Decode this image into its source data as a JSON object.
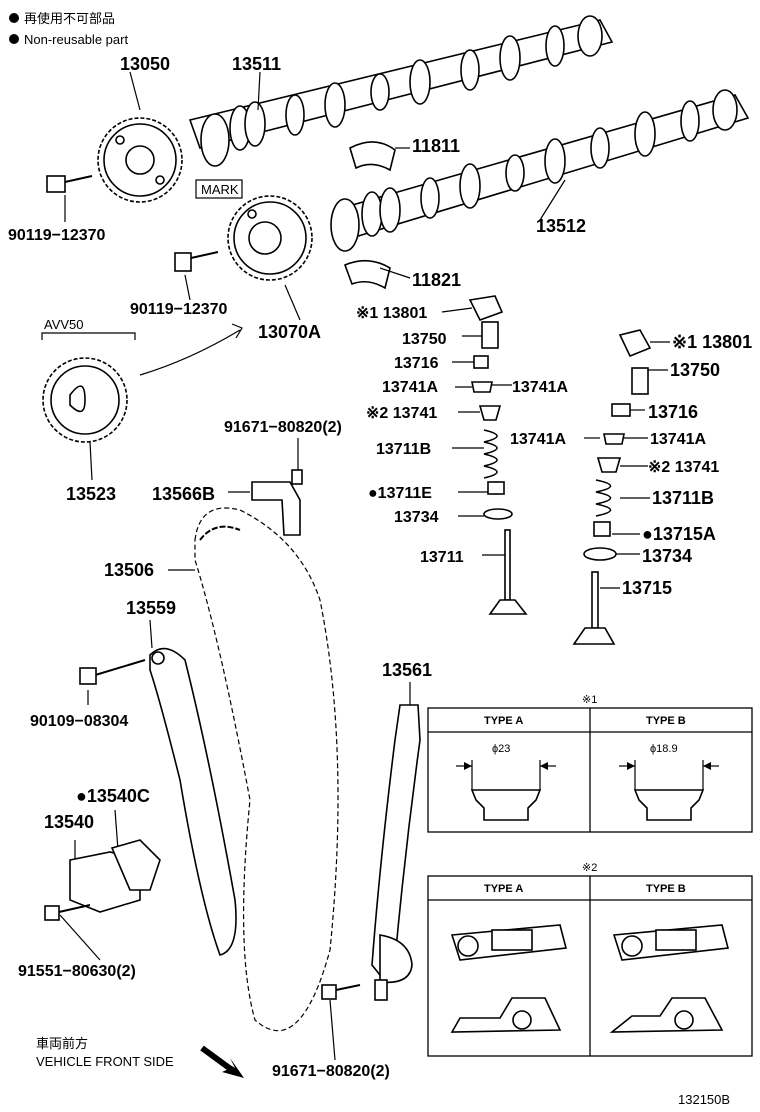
{
  "legend": {
    "jp": "再使用不可部品",
    "en": "Non-reusable part"
  },
  "parts": {
    "p13050": "13050",
    "p13511": "13511",
    "p11811": "11811",
    "p13512": "13512",
    "p90119a": "90119−12370",
    "p90119b": "90119−12370",
    "mark": "MARK",
    "p11821": "11821",
    "p13070A": "13070A",
    "avv50": "AVV50",
    "p13801a": "※1 13801",
    "p13750a": "13750",
    "p13716a": "13716",
    "p13741Aa": "13741A",
    "p13741Ab": "13741A",
    "p13741a": "※2 13741",
    "p13711Ba": "13711B",
    "p13711E": "●13711E",
    "p13734a": "13734",
    "p13711": "13711",
    "p13801b": "※1 13801",
    "p13750b": "13750",
    "p13716b": "13716",
    "p13741Ac": "13741A",
    "p13741Ad": "13741A",
    "p13741b": "※2 13741",
    "p13711Bb": "13711B",
    "p13715A": "●13715A",
    "p13734b": "13734",
    "p13715": "13715",
    "p13523": "13523",
    "p91671a": "91671−80820(2)",
    "p13566B": "13566B",
    "p13506": "13506",
    "p13559": "13559",
    "p90109": "90109−08304",
    "p13540C": "●13540C",
    "p13540": "13540",
    "p91551": "91551−80630(2)",
    "p13561": "13561",
    "p91671b": "91671−80820(2)"
  },
  "table1": {
    "note": "※1",
    "typeA": "TYPE A",
    "typeB": "TYPE B",
    "dimA": "ϕ23",
    "dimB": "ϕ18.9"
  },
  "table2": {
    "note": "※2",
    "typeA": "TYPE A",
    "typeB": "TYPE B"
  },
  "front": {
    "jp": "車両前方",
    "en": "VEHICLE FRONT SIDE"
  },
  "figure_id": "132150B"
}
